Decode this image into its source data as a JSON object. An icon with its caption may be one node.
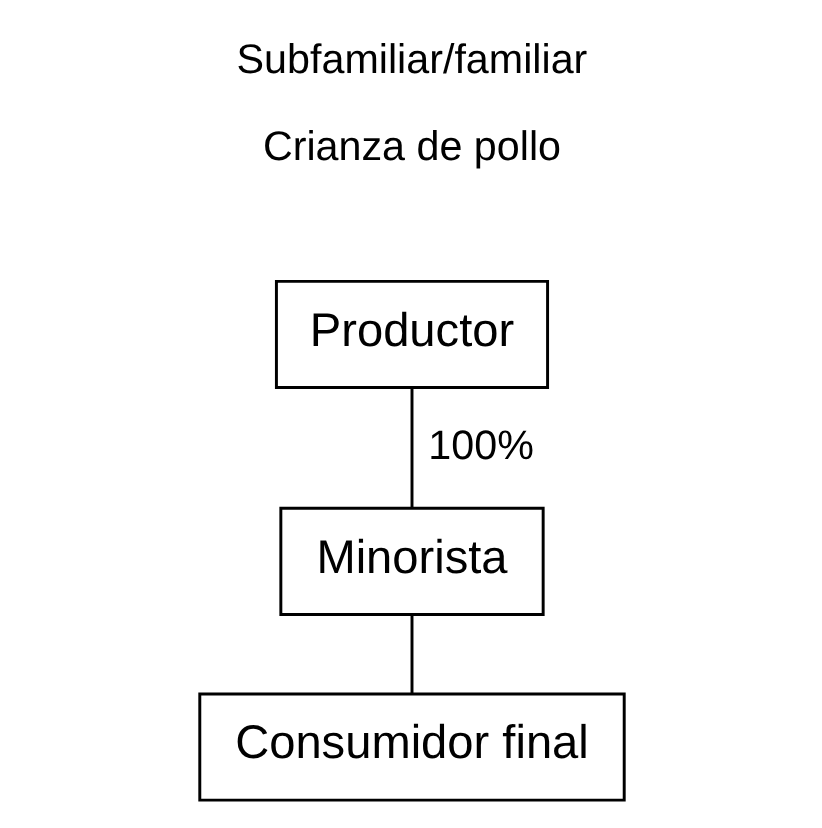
{
  "diagram": {
    "title": "Subfamiliar/familiar",
    "nodes": [
      {
        "text": [
          "Productor"
        ]
      },
      {
        "text": [
          "Minorista"
        ]
      },
      {
        "text": [
          "Consumidor final"
        ]
      }
    ],
    "edges": [
      {
        "from": 0,
        "to": 1,
        "arrow": "none",
        "label": "100%"
      },
      {
        "from": 1,
        "to": 2,
        "arrow": "none"
      }
    ],
    "labels": [
      "Crianza de pollo"
    ]
  }
}
